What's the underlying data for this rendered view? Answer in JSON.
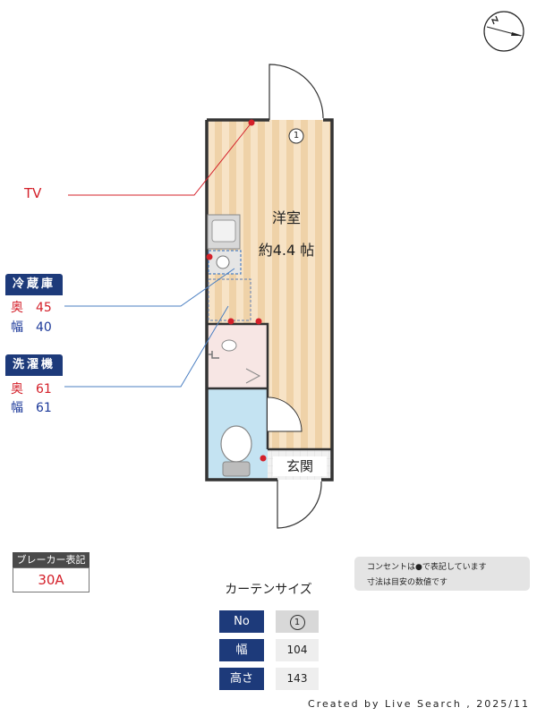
{
  "tv": {
    "label": "TV"
  },
  "fridge": {
    "title": "冷蔵庫",
    "depth_key": "奥",
    "depth_val": "45",
    "width_key": "幅",
    "width_val": "40"
  },
  "washer": {
    "title": "洗濯機",
    "depth_key": "奥",
    "depth_val": "61",
    "width_key": "幅",
    "width_val": "61"
  },
  "room": {
    "name": "洋室",
    "size": "約4.4 帖",
    "window_no": "1",
    "entrance": "玄関"
  },
  "breaker": {
    "label": "ブレーカー表記",
    "value": "30A"
  },
  "notes": {
    "line1": "コンセントは●で表記しています",
    "line2": "寸法は目安の数値です",
    "outlet_color": "#d4202a"
  },
  "curtain": {
    "title": "カーテンサイズ",
    "rows": [
      {
        "key": "No",
        "value": "1"
      },
      {
        "key": "幅",
        "value": "104"
      },
      {
        "key": "高さ",
        "value": "143"
      }
    ]
  },
  "credit": "Created by Live Search , 2025/11",
  "colors": {
    "navy": "#1d3a7a",
    "wood": "#f3d9b5",
    "bath": "#c4e3f2",
    "wash": "#f7e6e4"
  },
  "icons": [
    "compass-icon",
    "sink-icon",
    "stove-icon",
    "toilet-icon",
    "faucet-icon",
    "door-swing-icon"
  ]
}
